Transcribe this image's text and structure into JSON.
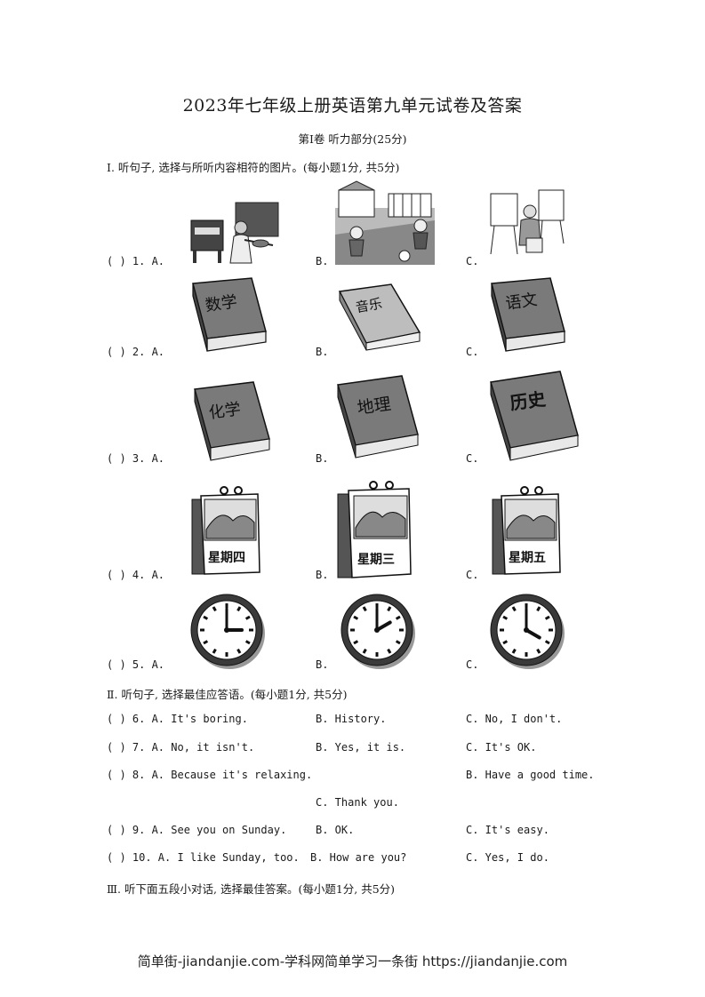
{
  "title": "2023年七年级上册英语第九单元试卷及答案",
  "subtitle": "第Ⅰ卷  听力部分(25分)",
  "section1": {
    "heading": "Ⅰ. 听句子, 选择与所听内容相符的图片。(每小题1分, 共5分)",
    "questions": [
      {
        "prefix": "(      ) 1. A.",
        "b": "B.",
        "c": "C.",
        "pictures": [
          "violin-player",
          "kids-playing-soccer",
          "painter-at-easel"
        ]
      },
      {
        "prefix": "(      ) 2. A.",
        "b": "B.",
        "c": "C.",
        "books": [
          "数学",
          "音乐",
          "语文"
        ]
      },
      {
        "prefix": "(      ) 3. A.",
        "b": "B.",
        "c": "C.",
        "books": [
          "化学",
          "地理",
          "历史"
        ]
      },
      {
        "prefix": "(      ) 4. A.",
        "b": "B.",
        "c": "C.",
        "calendars": [
          "星期四",
          "星期三",
          "星期五"
        ]
      },
      {
        "prefix": "(      ) 5. A.",
        "b": "B.",
        "c": "C.",
        "clock_hours": [
          3,
          2,
          4
        ]
      }
    ]
  },
  "section2": {
    "heading": "Ⅱ. 听句子, 选择最佳应答语。(每小题1分, 共5分)",
    "questions": [
      {
        "prefix": "(      ) 6. A. It's boring.",
        "b": "B. History.",
        "c": "C. No, I don't."
      },
      {
        "prefix": "(      ) 7. A. No, it isn't.",
        "b": "B. Yes, it is.",
        "c": "C. It's OK."
      },
      {
        "prefix": "(      ) 8. A. Because it's relaxing.",
        "b": "B. Have a good time.",
        "c": "C. Thank you."
      },
      {
        "prefix": "(      ) 9. A. See you on Sunday.",
        "b": "B. OK.",
        "c": "C. It's easy."
      },
      {
        "prefix": "(      ) 10. A. I like Sunday, too.",
        "b": "B. How are you?",
        "c": "C. Yes, I do."
      }
    ]
  },
  "section3": {
    "heading": "Ⅲ. 听下面五段小对话, 选择最佳答案。(每小题1分, 共5分)"
  },
  "footer": "简单街-jiandanjie.com-学科网简单学习一条街 https://jiandanjie.com"
}
